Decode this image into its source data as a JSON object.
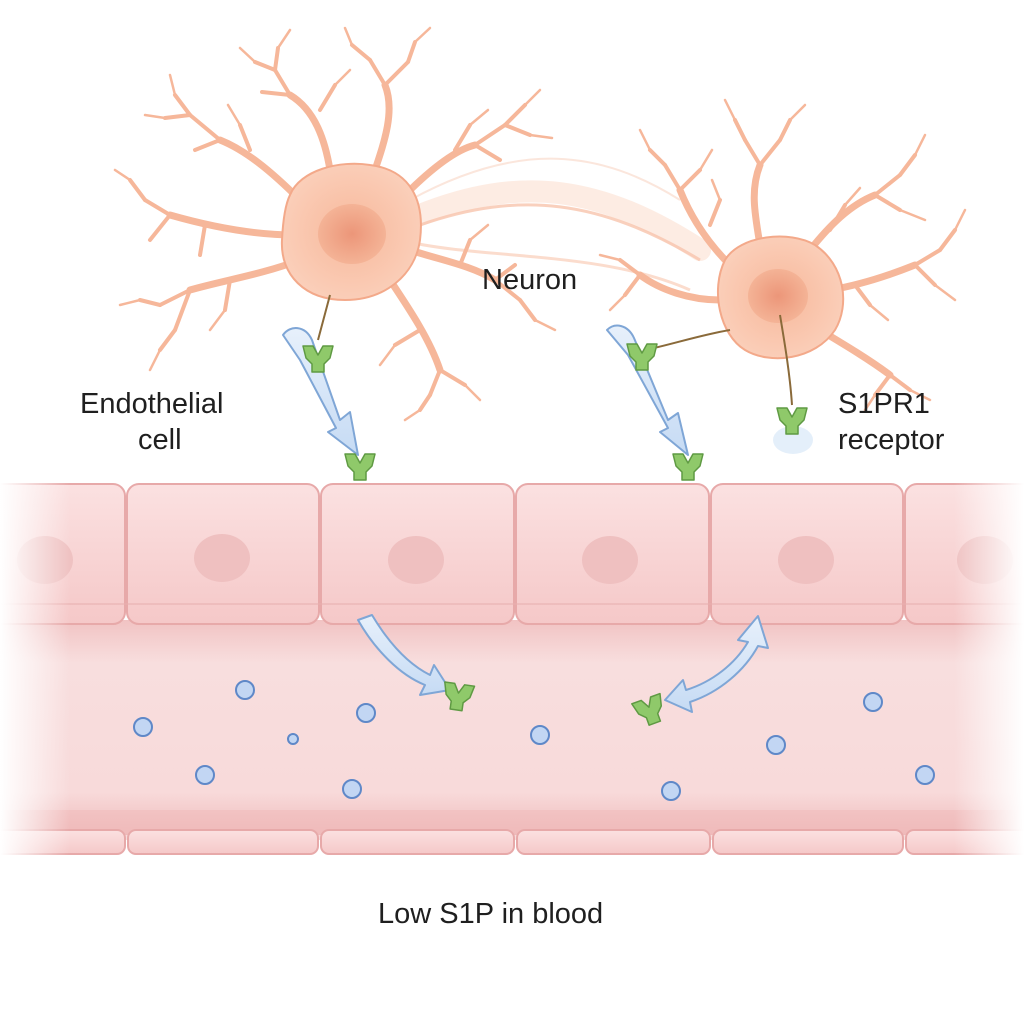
{
  "labels": {
    "neuron": "Neuron",
    "endothelial_line1": "Endothelial",
    "endothelial_line2": "cell",
    "receptor_line1": "S1PR1",
    "receptor_line2": "receptor",
    "blood": "Low S1P in blood"
  },
  "colors": {
    "neuron_body": "#f6b79a",
    "neuron_nucleus": "#ef9d82",
    "endothelial_cell": "#f7cdcd",
    "vessel_lumen": "#f6d4d4",
    "receptor": "#8fc96a",
    "s1p_molecule": "#bcd2f2",
    "arrow": "#c9dcf4"
  }
}
